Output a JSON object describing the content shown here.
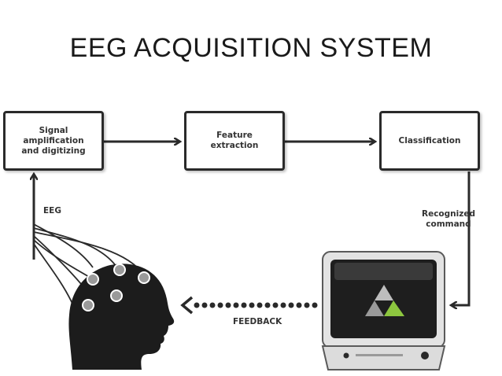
{
  "title": "EEG ACQUISITION SYSTEM",
  "boxes": {
    "signal": "Signal\namplification\nand digitizing",
    "feature": "Feature\nextraction",
    "classification": "Classification"
  },
  "labels": {
    "eeg": "EEG",
    "recognized": "Recognized\ncommand",
    "feedback": "FEEDBACK"
  },
  "colors": {
    "stroke": "#2a2a2a",
    "monitor_green": "#8dc63f",
    "head_fill": "#1c1c1c"
  }
}
